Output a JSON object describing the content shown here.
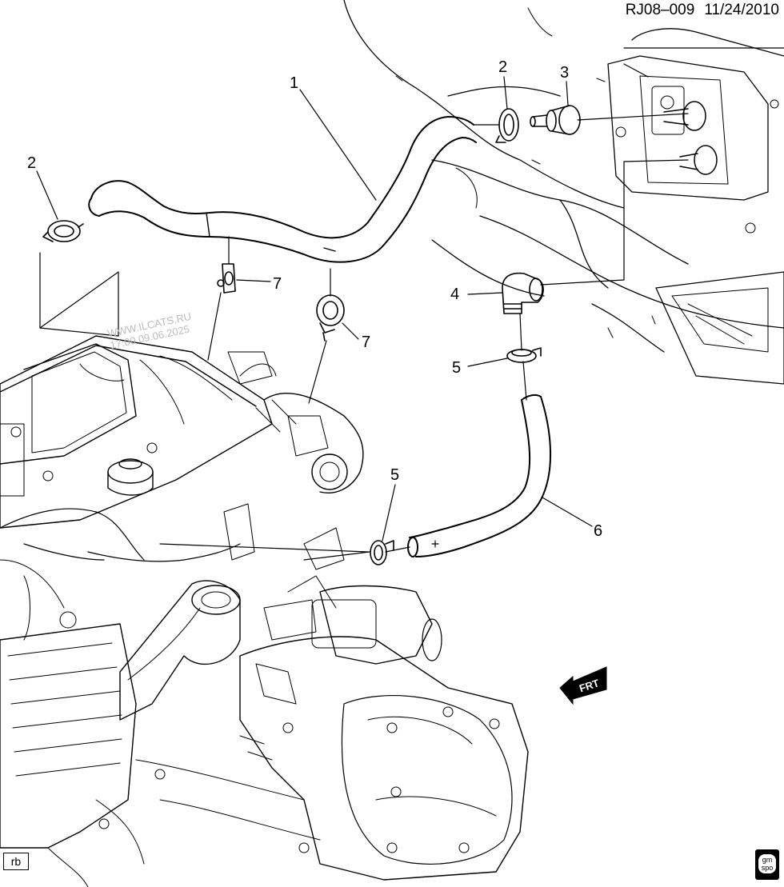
{
  "header": {
    "diagram_id": "RJ08–009",
    "date": "11/24/2010"
  },
  "watermark": {
    "site": "WWW.ILCATS.RU",
    "stamp": "17:00 09.06.2025"
  },
  "callouts": [
    "1",
    "2",
    "2",
    "3",
    "4",
    "5",
    "5",
    "6",
    "7",
    "7"
  ],
  "direction_arrow": {
    "label": "FRT"
  },
  "footer": {
    "code": "rb",
    "logo_top": "gm",
    "logo_bottom": "spo"
  },
  "icons": [
    "front-direction-arrow-icon",
    "gm-spo-logo-icon"
  ]
}
